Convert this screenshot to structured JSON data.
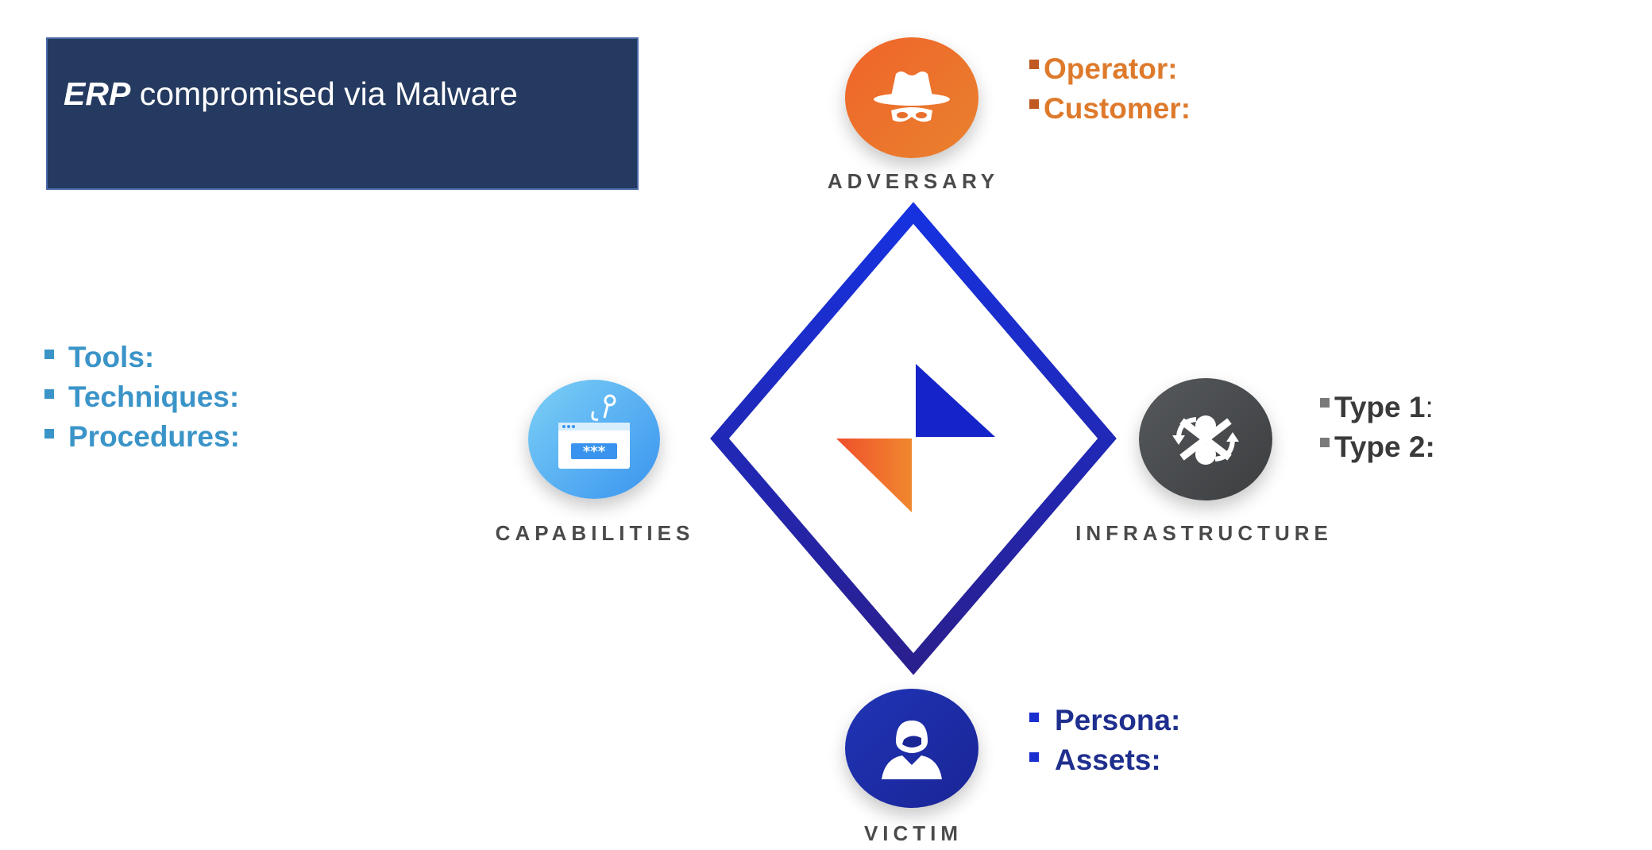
{
  "title": {
    "emphasis": "ERP",
    "rest": " compromised via Malware"
  },
  "nodes": {
    "adversary": {
      "label": "ADVERSARY",
      "icon": "spy-hat-icon"
    },
    "capabilities": {
      "label": "CAPABILITIES",
      "icon": "password-hook-icon"
    },
    "infrastructure": {
      "label": "INFRASTRUCTURE",
      "icon": "network-nodes-icon"
    },
    "victim": {
      "label": "VICTIM",
      "icon": "person-icon"
    }
  },
  "adversary_items": [
    "Operator:",
    "Customer:"
  ],
  "capabilities_items": [
    "Tools:",
    "Techniques:",
    "Procedures:"
  ],
  "infrastructure_items": [
    {
      "text": "Type 1",
      "suffix": ":"
    },
    {
      "text": "Type 2:",
      "suffix": ""
    }
  ],
  "victim_items": [
    "Persona:",
    "Assets:"
  ],
  "colors": {
    "title_bg": "#253a60",
    "diamond_blue": "#1a2fd0",
    "diamond_orange": "#e8622a",
    "adversary_text": "#de7a2c",
    "capabilities_text": "#3a94c8",
    "infrastructure_text": "#3a3a3a",
    "victim_text": "#1f2f8e"
  }
}
